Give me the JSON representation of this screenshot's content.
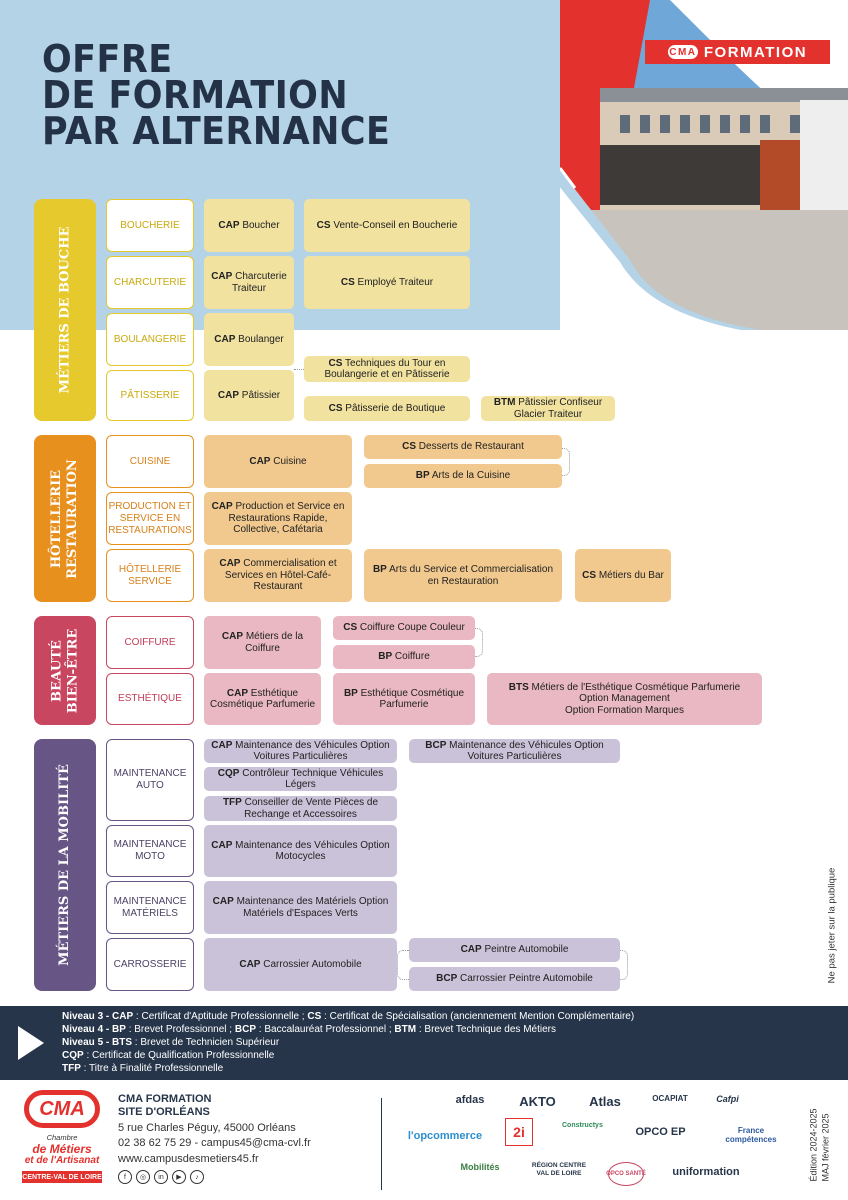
{
  "header": {
    "title_lines": [
      "OFFRE",
      "DE FORMATION",
      "PAR ALTERNANCE"
    ],
    "badge": "FORMATION",
    "badge_logo": "CMA"
  },
  "sections": {
    "bouche": {
      "label": "MÉTIERS DE BOUCHE",
      "color": "#e6c92d",
      "categories": [
        "BOUCHERIE",
        "CHARCUTERIE",
        "BOULANGERIE",
        "PÂTISSERIE"
      ],
      "boxes": {
        "cap_boucher_code": "CAP",
        "cap_boucher": " Boucher",
        "cs_vente_code": "CS",
        "cs_vente": " Vente-Conseil en Boucherie",
        "cap_charc_code": "CAP",
        "cap_charc": " Charcuterie Traiteur",
        "cs_traiteur_code": "CS",
        "cs_traiteur": " Employé Traiteur",
        "cap_boul_code": "CAP",
        "cap_boul": " Boulanger",
        "cs_tour_code": "CS",
        "cs_tour": " Techniques du Tour en Boulangerie et en Pâtisserie",
        "cap_pat_code": "CAP",
        "cap_pat": " Pâtissier",
        "cs_boutique_code": "CS",
        "cs_boutique": " Pâtisserie de Boutique",
        "btm_code": "BTM",
        "btm": " Pâtissier Confiseur Glacier Traiteur"
      }
    },
    "hotel": {
      "label_1": "HÔTELLERIE",
      "label_2": "RESTAURATION",
      "color": "#e8901d",
      "categories": [
        "CUISINE",
        "PRODUCTION ET SERVICE EN RESTAURATIONS",
        "HÔTELLERIE SERVICE"
      ],
      "boxes": {
        "cap_cuisine_code": "CAP",
        "cap_cuisine": " Cuisine",
        "cs_desserts_code": "CS",
        "cs_desserts": " Desserts de Restaurant",
        "bp_cuisine_code": "BP",
        "bp_cuisine": " Arts de la Cuisine",
        "cap_prod_code": "CAP",
        "cap_prod": " Production et Service en Restaurations Rapide, Collective, Cafétaria",
        "cap_comm_code": "CAP",
        "cap_comm": " Commercialisation et Services en Hôtel-Café-Restaurant",
        "bp_service_code": "BP",
        "bp_service": " Arts du Service et Commercialisation en Restauration",
        "cs_bar_code": "CS",
        "cs_bar": " Métiers du Bar"
      }
    },
    "beaute": {
      "label_1": "BEAUTÉ",
      "label_2": "BIEN-ÊTRE",
      "color": "#c94660",
      "categories": [
        "COIFFURE",
        "ESTHÉTIQUE"
      ],
      "boxes": {
        "cap_coif_code": "CAP",
        "cap_coif": " Métiers de la Coiffure",
        "cs_coif_code": "CS",
        "cs_coif": " Coiffure Coupe Couleur",
        "bp_coif_code": "BP",
        "bp_coif": " Coiffure",
        "cap_esth_code": "CAP",
        "cap_esth": " Esthétique Cosmétique Parfumerie",
        "bp_esth_code": "BP",
        "bp_esth": " Esthétique Cosmétique Parfumerie",
        "bts_code": "BTS",
        "bts_line1": " Métiers de l'Esthétique Cosmétique Parfumerie",
        "bts_line2": "Option Management",
        "bts_line3": "Option Formation Marques"
      }
    },
    "mobilite": {
      "label": "MÉTIERS DE LA MOBILITÉ",
      "color": "#675685",
      "categories": [
        "MAINTENANCE AUTO",
        "MAINTENANCE MOTO",
        "MAINTENANCE MATÉRIELS",
        "CARROSSERIE"
      ],
      "boxes": {
        "cap_mva_code": "CAP",
        "cap_mva": " Maintenance des Véhicules Option Voitures Particulières",
        "bcp_mva_code": "BCP",
        "bcp_mva": " Maintenance des Véhicules Option Voitures Particulières",
        "cqp_code": "CQP",
        "cqp": " Contrôleur Technique Véhicules Légers",
        "tfp_code": "TFP",
        "tfp": " Conseiller de Vente Pièces de Rechange et Accessoires",
        "cap_moto_code": "CAP",
        "cap_moto": " Maintenance des Véhicules Option Motocycles",
        "cap_mat_code": "CAP",
        "cap_mat": " Maintenance des Matériels Option Matériels d'Espaces Verts",
        "cap_carr_code": "CAP",
        "cap_carr": " Carrossier Automobile",
        "cap_peintre_code": "CAP",
        "cap_peintre": " Peintre Automobile",
        "bcp_peintre_code": "BCP",
        "bcp_peintre": " Carrossier Peintre Automobile"
      }
    }
  },
  "side_note": "Ne pas jeter sur la publique",
  "legend": [
    {
      "key": "Niveau 3 - CAP",
      "text": " : Certificat d'Aptitude Professionnelle ; ",
      "key2": "CS",
      "text2": " : Certificat de Spécialisation (anciennement Mention Complémentaire)"
    },
    {
      "key": "Niveau 4 - BP",
      "text": " : Brevet Professionnel ; ",
      "key2": "BCP",
      "text2": " : Baccalauréat Professionnel ; ",
      "key3": "BTM",
      "text3": " : Brevet Technique des Métiers"
    },
    {
      "key": "Niveau 5 - BTS",
      "text": " : Brevet de Technicien Supérieur"
    },
    {
      "key": "CQP",
      "text": " : Certificat de Qualification Professionnelle"
    },
    {
      "key": "TFP",
      "text": " : Titre à Finalité Professionnelle"
    }
  ],
  "footer": {
    "logo_letters": "CMA",
    "logo_line1": "Chambre",
    "logo_line2": "de Métiers",
    "logo_line3": "et de l'Artisanat",
    "logo_region": "CENTRE-VAL DE LOIRE",
    "org_name_1": "CMA FORMATION",
    "org_name_2": "SITE D'ORLÉANS",
    "address": "5 rue Charles Péguy, 45000 Orléans",
    "contact": "02 38 62 75 29 -  campus45@cma-cvl.fr",
    "website": "www.campusdesmetiers45.fr",
    "social": [
      "f",
      "◎",
      "in",
      "▶",
      "♪"
    ],
    "partners": [
      "afdas",
      "AKTO",
      "Atlas",
      "OCAPIAT",
      "Cafpi",
      "l'opcommerce",
      "2i",
      "Constructys",
      "OPCO EP",
      "France compétences",
      "Mobilités",
      "RÉGION CENTRE VAL DE LOIRE",
      "OPCO SANTÉ",
      "uniformation"
    ],
    "edition": "Édition 2024-2025",
    "maj": "MAJ février 2025"
  }
}
